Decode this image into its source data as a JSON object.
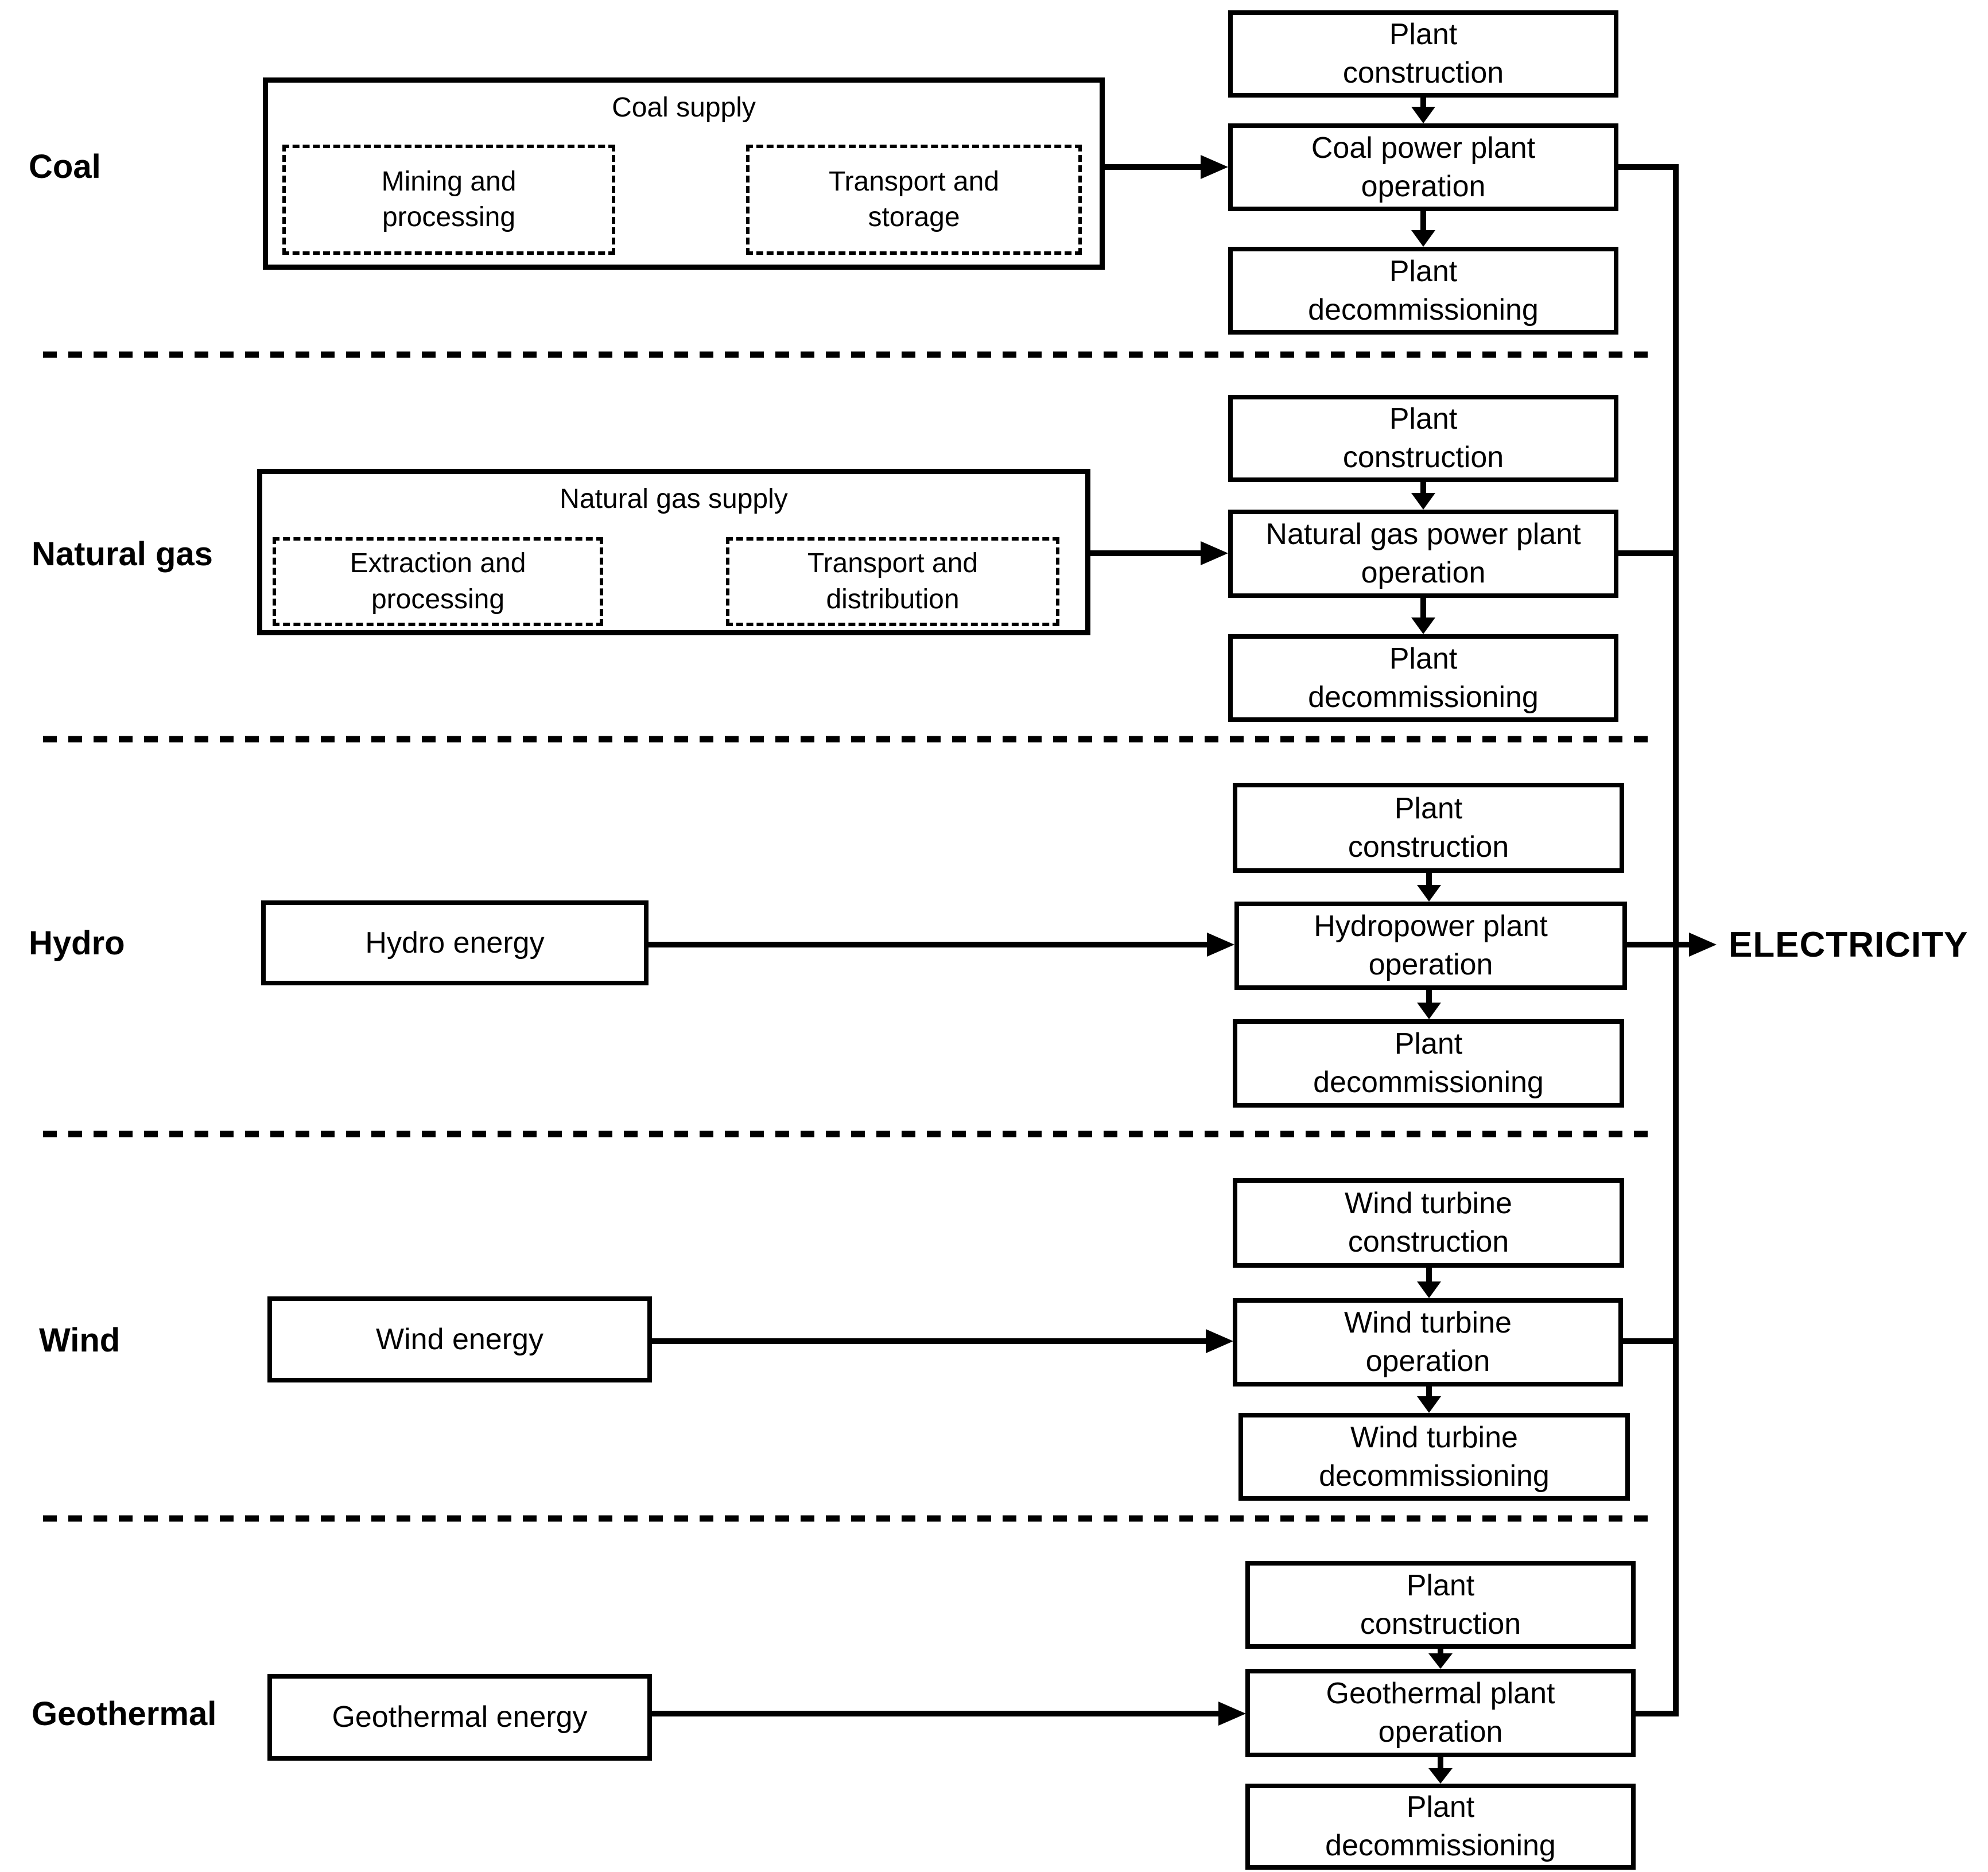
{
  "electricity_label": "ELECTRICITY",
  "rows": [
    {
      "label": "Coal",
      "supply_title": "Coal supply",
      "supply_sub_boxes": [
        [
          "Mining and",
          "processing"
        ],
        [
          "Transport and",
          "storage"
        ]
      ],
      "construction": [
        "Plant",
        "construction"
      ],
      "operation": [
        "Coal power plant",
        "operation"
      ],
      "decommissioning": [
        "Plant",
        "decommissioning"
      ]
    },
    {
      "label": "Natural gas",
      "supply_title": "Natural gas supply",
      "supply_sub_boxes": [
        [
          "Extraction and",
          "processing"
        ],
        [
          "Transport and",
          "distribution"
        ]
      ],
      "construction": [
        "Plant",
        "construction"
      ],
      "operation": [
        "Natural gas power plant",
        "operation"
      ],
      "decommissioning": [
        "Plant",
        "decommissioning"
      ]
    },
    {
      "label": "Hydro",
      "energy_box": "Hydro energy",
      "construction": [
        "Plant",
        "construction"
      ],
      "operation": [
        "Hydropower plant",
        "operation"
      ],
      "decommissioning": [
        "Plant",
        "decommissioning"
      ]
    },
    {
      "label": "Wind",
      "energy_box": "Wind energy",
      "construction": [
        "Wind turbine",
        "construction"
      ],
      "operation": [
        "Wind turbine",
        "operation"
      ],
      "decommissioning": [
        "Wind turbine",
        "decommissioning"
      ]
    },
    {
      "label": "Geothermal",
      "energy_box": "Geothermal energy",
      "construction": [
        "Plant",
        "construction"
      ],
      "operation": [
        "Geothermal plant",
        "operation"
      ],
      "decommissioning": [
        "Plant",
        "decommissioning"
      ]
    }
  ],
  "colors": {
    "line": "#000000",
    "background": "#ffffff"
  }
}
